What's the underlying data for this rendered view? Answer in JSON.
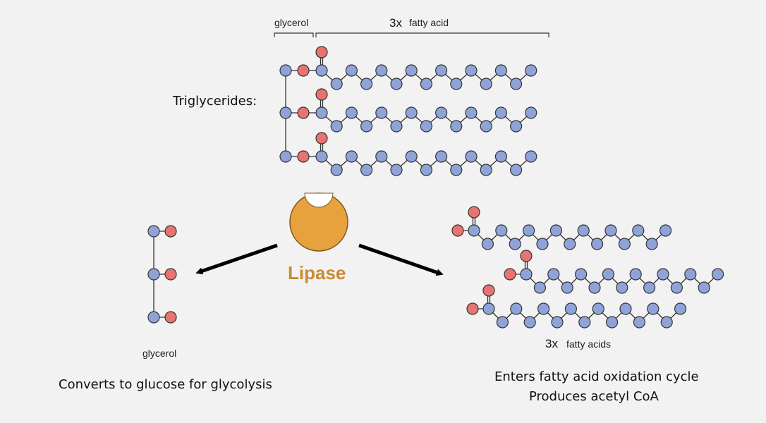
{
  "labels": {
    "glycerol_bracket": "glycerol",
    "fatty_acid_count": "3x",
    "fatty_acid_bracket": "fatty acid",
    "triglycerides": "Triglycerides:",
    "lipase": "Lipase",
    "glycerol_product": "glycerol",
    "fatty_acids_count": "3x",
    "fatty_acids_product": "fatty acids",
    "glycerol_fate": "Converts to glucose for glycolysis",
    "fatty_acid_fate_1": "Enters fatty acid oxidation cycle",
    "fatty_acid_fate_2": "Produces acetyl CoA"
  },
  "colors": {
    "carbon_atom": "#8fa3d9",
    "oxygen_atom": "#e87373",
    "bond": "#333333",
    "lipase_enzyme": "#e7a23e",
    "lipase_text": "#c98a30",
    "arrow": "#000000"
  }
}
